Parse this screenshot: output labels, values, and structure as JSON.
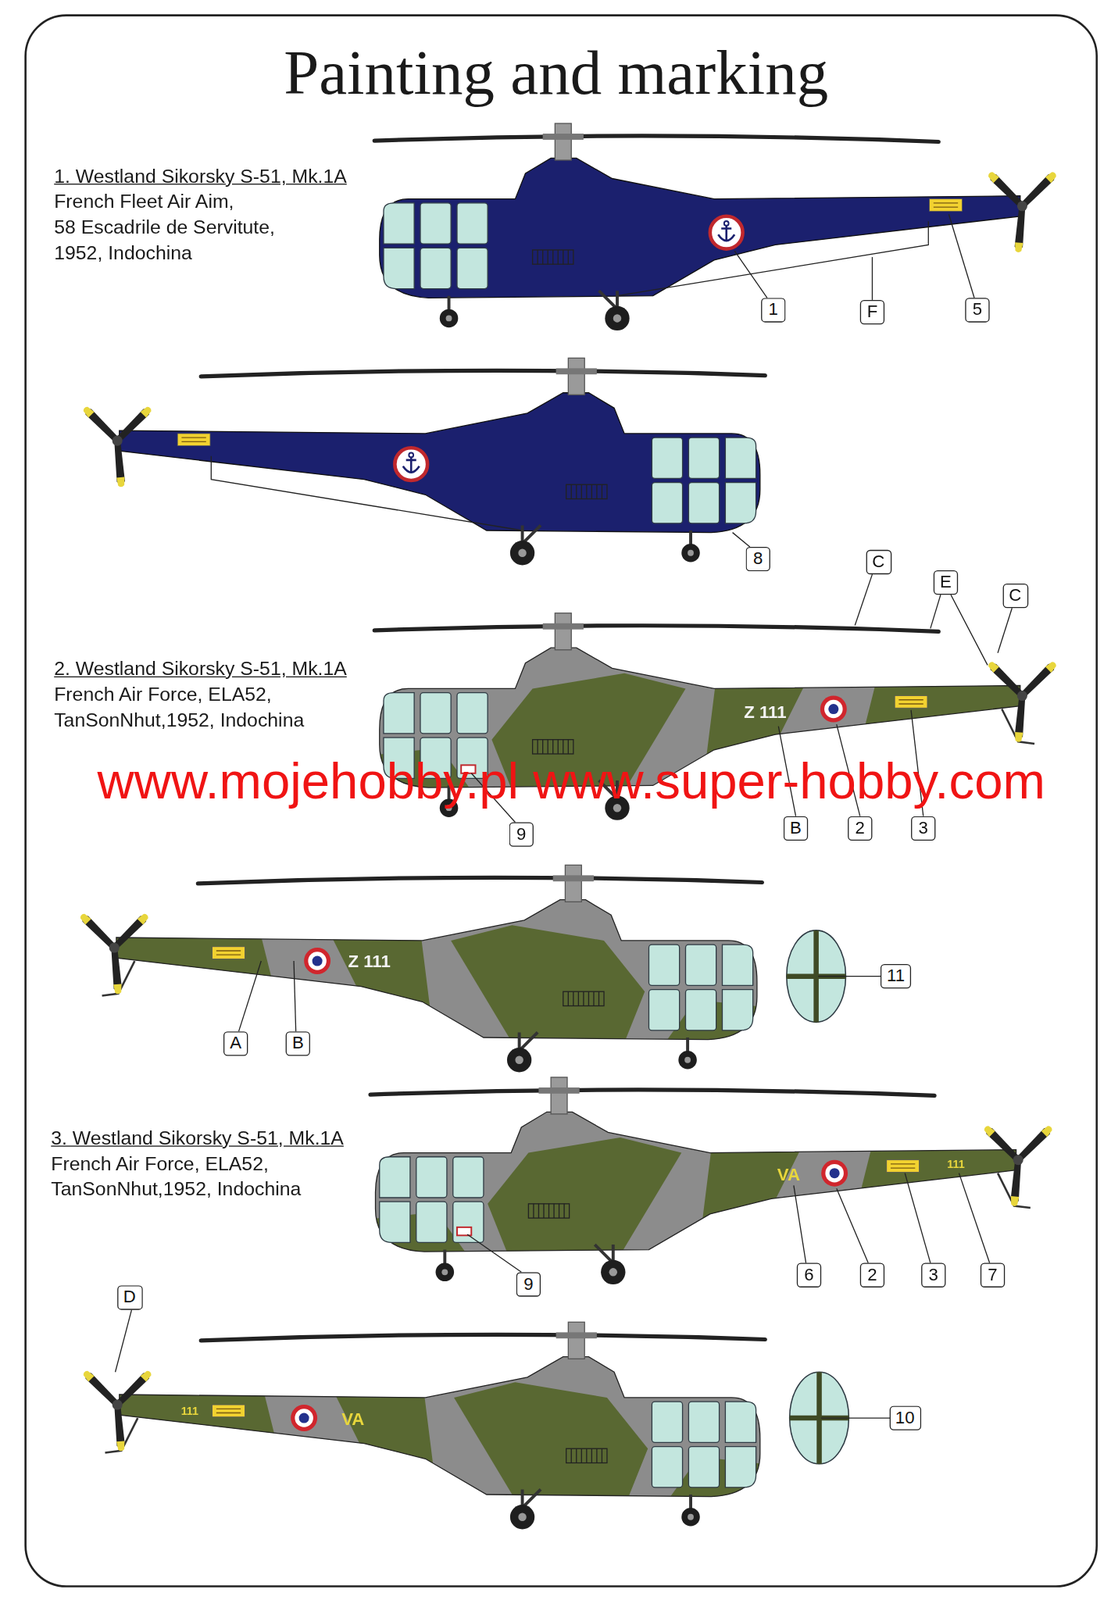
{
  "diagram": {
    "title": "Painting and marking",
    "nodes": [
      {
        "text": [
          "1"
        ]
      },
      {
        "text": [
          "F"
        ]
      },
      {
        "text": [
          "5"
        ]
      },
      {
        "text": [
          "8"
        ]
      },
      {
        "text": [
          "C"
        ]
      },
      {
        "text": [
          "E"
        ]
      },
      {
        "text": [
          "C"
        ]
      },
      {
        "text": [
          "B"
        ]
      },
      {
        "text": [
          "2"
        ]
      },
      {
        "text": [
          "3"
        ]
      },
      {
        "text": [
          "9"
        ]
      },
      {
        "text": [
          "11"
        ]
      },
      {
        "text": [
          "A"
        ]
      },
      {
        "text": [
          "B"
        ]
      },
      {
        "text": [
          "9"
        ]
      },
      {
        "text": [
          "6"
        ]
      },
      {
        "text": [
          "2"
        ]
      },
      {
        "text": [
          "3"
        ]
      },
      {
        "text": [
          "7"
        ]
      },
      {
        "text": [
          "D"
        ]
      },
      {
        "text": [
          "10"
        ]
      }
    ],
    "labels": [
      "1. Westland Sikorsky S-51, Mk.1A",
      "French Fleet Air Aim,",
      "58 Escadrile de Servitute,",
      "1952, Indochina",
      "2. Westland Sikorsky S-51, Mk.1A",
      "French Air Force, ELA52,",
      "TanSonNhut,1952, Indochina",
      "Z 111",
      "www.mojehobby.pl www.super-hobby.com",
      "Z 111",
      "3. Westland Sikorsky S-51, Mk.1A",
      "French Air Force, ELA52,",
      "TanSonNhut,1952, Indochina",
      "VA",
      "111",
      "111",
      "VA"
    ]
  }
}
